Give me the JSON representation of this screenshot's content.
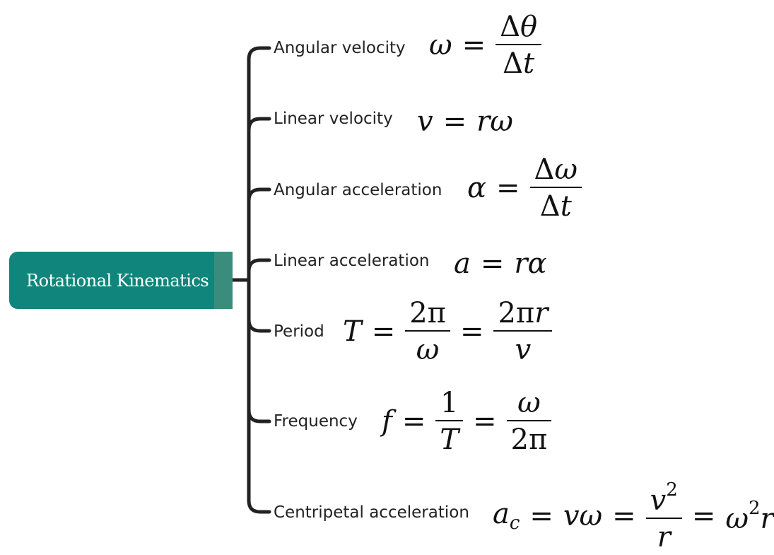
{
  "root": {
    "label": "Rotational Kinematics",
    "color": "#0f857c"
  },
  "connector_color": "#222222",
  "branches": [
    {
      "label": "Angular velocity",
      "formula": "ω = Δθ / Δt"
    },
    {
      "label": "Linear velocity",
      "formula": "v = rω"
    },
    {
      "label": "Angular acceleration",
      "formula": "α = Δω / Δt"
    },
    {
      "label": "Linear acceleration",
      "formula": "a = rα"
    },
    {
      "label": "Period",
      "formula": "T = 2π / ω = 2πr / v"
    },
    {
      "label": "Frequency",
      "formula": "f = 1 / T = ω / 2π"
    },
    {
      "label": "Centripetal acceleration",
      "formula": "a_c = vω = v² / r = ω² r"
    }
  ]
}
